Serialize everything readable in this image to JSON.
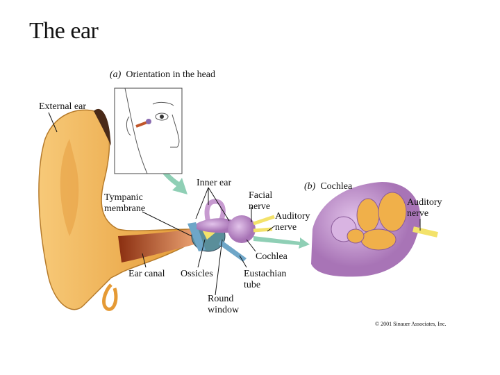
{
  "title": "The ear",
  "panel_a": {
    "marker": "(a)",
    "caption": "Orientation in the head"
  },
  "panel_b": {
    "marker": "(b)",
    "caption": "Cochlea"
  },
  "labels": {
    "external_ear": "External ear",
    "inner_ear": "Inner ear",
    "facial_nerve": [
      "Facial",
      "nerve"
    ],
    "tympanic_membrane": [
      "Tympanic",
      "membrane"
    ],
    "auditory_nerve": [
      "Auditory",
      "nerve"
    ],
    "cochlea": "Cochlea",
    "ear_canal": "Ear canal",
    "ossicles": "Ossicles",
    "eustachian_tube": [
      "Eustachian",
      "tube"
    ],
    "round_window": [
      "Round",
      "window"
    ],
    "auditory_nerve_b": [
      "Auditory",
      "nerve"
    ]
  },
  "copyright": "© 2001 Sinauer Associates, Inc.",
  "colors": {
    "skin": "#f0b04a",
    "canal": "#b8561f",
    "cochlea": "#c79ad0",
    "arrow": "#8fcfb5",
    "nerve": "#f3e26a",
    "membrane": "#6ea6c8"
  }
}
